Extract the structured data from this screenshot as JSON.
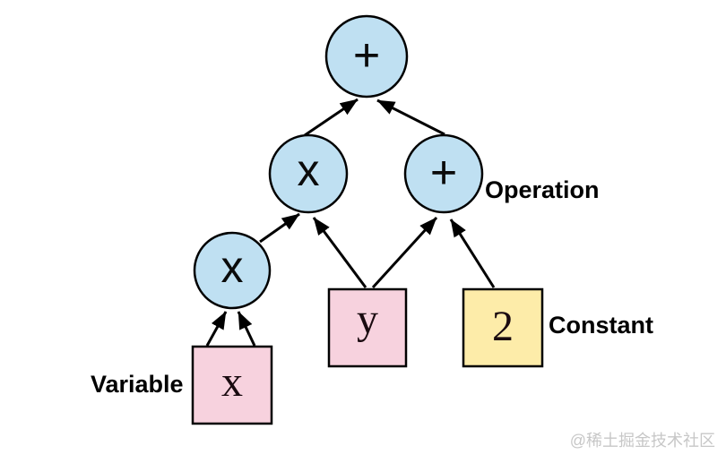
{
  "diagram": {
    "type": "expression-tree",
    "description": "Computational graph of an expression built from variables, a constant and operations"
  },
  "colors": {
    "operation_fill": "#bfe0f2",
    "variable_fill": "#f7d2de",
    "constant_fill": "#fdeca9",
    "stroke": "#000000",
    "watermark": "#c7c7c7"
  },
  "nodes": {
    "root_plus": {
      "label": "+",
      "kind": "operation"
    },
    "mul_upper": {
      "label": "x",
      "kind": "operation"
    },
    "add_right": {
      "label": "+",
      "kind": "operation"
    },
    "mul_lower": {
      "label": "x",
      "kind": "operation"
    },
    "var_x": {
      "label": "x",
      "kind": "variable"
    },
    "var_y": {
      "label": "y",
      "kind": "variable"
    },
    "const_2": {
      "label": "2",
      "kind": "constant"
    }
  },
  "edges": [
    {
      "from": "mul_upper",
      "to": "root_plus"
    },
    {
      "from": "add_right",
      "to": "root_plus"
    },
    {
      "from": "mul_lower",
      "to": "mul_upper"
    },
    {
      "from": "var_y",
      "to": "mul_upper"
    },
    {
      "from": "var_y",
      "to": "add_right"
    },
    {
      "from": "const_2",
      "to": "add_right"
    },
    {
      "from": "var_x",
      "to": "mul_lower"
    },
    {
      "from": "var_x",
      "to": "mul_lower"
    }
  ],
  "annotations": {
    "operation": "Operation",
    "variable": "Variable",
    "constant": "Constant"
  },
  "watermark": "@稀土掘金技术社区"
}
